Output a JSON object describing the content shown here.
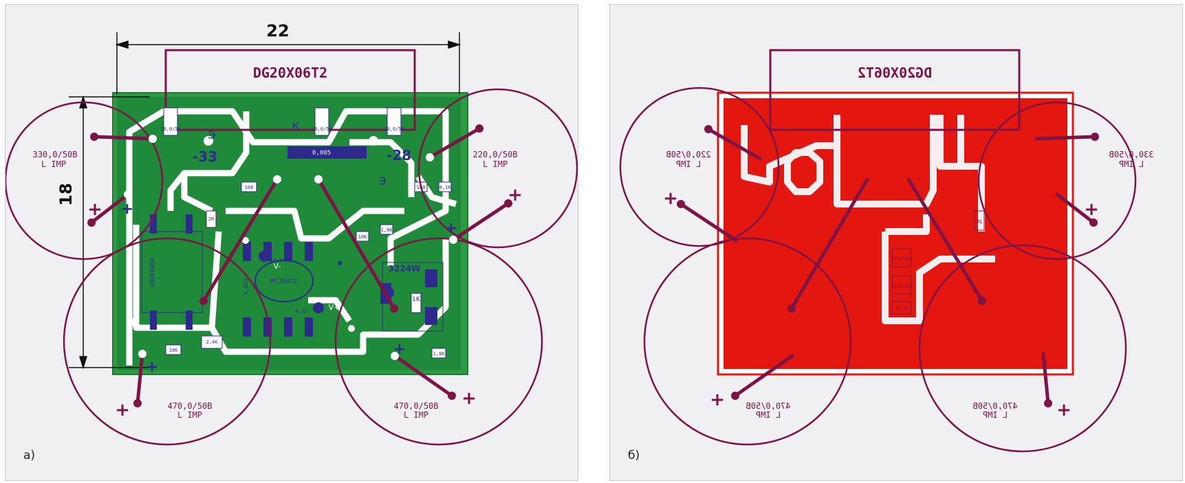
{
  "colors": {
    "board_green": "#1f8a3a",
    "board_red": "#e3170f",
    "copper_edge_green": "#2f9a44",
    "silk_purple": "#2e2a8c",
    "maroon": "#7d1445",
    "panel_bg": "#f0f0f3"
  },
  "panel_a": {
    "label": "а)",
    "dim_width": "22",
    "dim_height": "18",
    "chip": "DG20X06T2",
    "pins": {
      "e_left": "Э",
      "k": "К",
      "e_right": "Э"
    },
    "nets": {
      "left": "-33",
      "right": "-28"
    },
    "caps": {
      "tl_value": "330,0/50B",
      "tl_sub": "L IMP",
      "tr_value": "220,0/50B",
      "tr_sub": "L IMP",
      "bl_value": "470,0/50B",
      "bl_sub": "L IMP",
      "br_value": "470,0/50B",
      "br_sub": "L IMP"
    },
    "plus": "+",
    "components": {
      "c1": "10,0/50",
      "c2": "10,0/50",
      "c3": "10,0/50",
      "r_100a": "100",
      "r_100b": "100",
      "r_81k": "8,1K",
      "r_0005": "0,005",
      "r_18k": "1,8K",
      "r_10k_top": "10K",
      "r_2r": "2R",
      "r_10k_bot": "10K",
      "r_24k": "2,4K",
      "r_18k_bot": "1,8K",
      "opto": "VOM160NT",
      "ic": "MC33072",
      "vminus": "V-",
      "vplus": "V+",
      "c_1050": "10,0/50",
      "c_022": "0,22",
      "trim": "3224W",
      "trim_val": "1K",
      "smd_021": "0,021"
    }
  },
  "panel_b": {
    "label": "б)",
    "chip": "DG20X06T2",
    "caps": {
      "tl_value": "220,0/50B",
      "tl_sub": "L IMP",
      "tr_value": "330,0/50B",
      "tr_sub": "L IMP",
      "bl_value": "470,0/50B",
      "bl_sub": "L IMP",
      "br_value": "470,0/50B",
      "br_sub": "L IMP"
    },
    "plus": "+",
    "components": {
      "c_a": "10,0/50",
      "c_b": "10,0/50",
      "c_c": "0,22",
      "r_2r": "2R"
    }
  }
}
